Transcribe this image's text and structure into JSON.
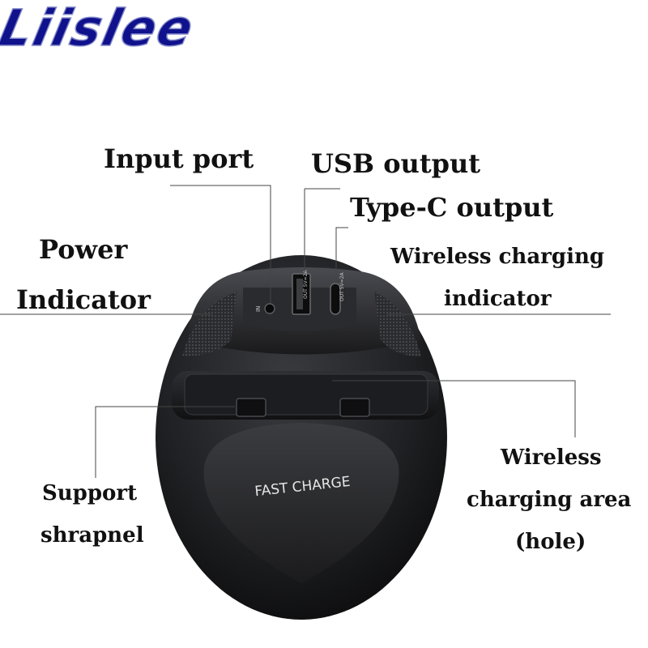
{
  "logo": {
    "text": "Liislee",
    "fill": "#10118c",
    "stroke": "#7f86c8"
  },
  "product": {
    "body_color": "#202124",
    "button_text": "FAST CHARGE",
    "port_labels": {
      "in": "IN",
      "usb": "OUT 5V=2A",
      "typec": "OUT 5V=2A"
    }
  },
  "labels": {
    "input_port": "Input port",
    "usb_output": "USB output",
    "typec_output": "Type-C output",
    "power_indicator_1": "Power",
    "power_indicator_2": "Indicator",
    "wireless_indicator_1": "Wireless charging",
    "wireless_indicator_2": "indicator",
    "support_1": "Support",
    "support_2": "shrapnel",
    "wireless_area_1": "Wireless",
    "wireless_area_2": "charging area",
    "wireless_area_3": "(hole)"
  }
}
